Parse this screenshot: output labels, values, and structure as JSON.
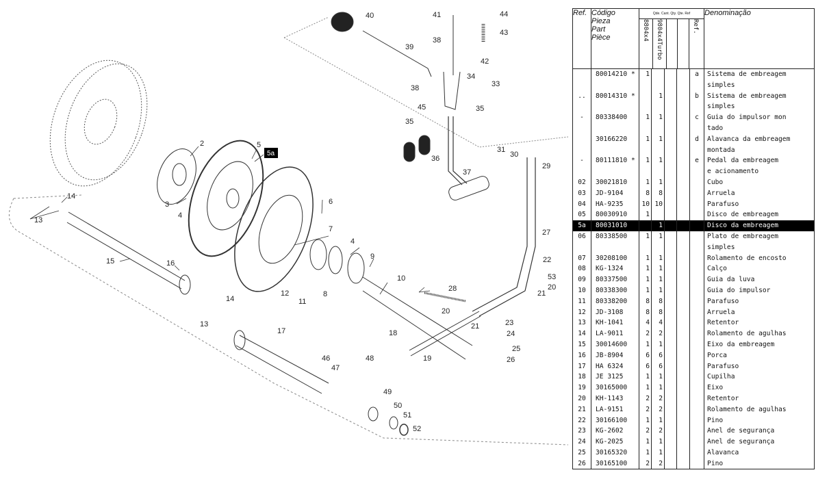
{
  "document": {
    "diagram": {
      "title": "Clutch system exploded view",
      "highlight_label": "5a",
      "callouts": [
        "2",
        "3",
        "4",
        "5",
        "6",
        "7",
        "4",
        "8",
        "9",
        "10",
        "11",
        "12",
        "13",
        "14",
        "15",
        "16",
        "13",
        "14",
        "17",
        "18",
        "19",
        "20",
        "21",
        "20",
        "21",
        "22",
        "23",
        "24",
        "25",
        "26",
        "27",
        "28",
        "29",
        "30",
        "31",
        "33",
        "34",
        "35",
        "35",
        "36",
        "37",
        "38",
        "38",
        "39",
        "40",
        "41",
        "42",
        "43",
        "44",
        "45",
        "46",
        "47",
        "48",
        "49",
        "50",
        "51",
        "52",
        "53"
      ]
    },
    "table": {
      "header": {
        "ref": "Ref.",
        "code_lines": [
          "Código",
          "Pieza",
          "Part",
          "Pièce"
        ],
        "qty_group": "Qde. Cant. Qty. Qte. Ref",
        "model_1": "8804x4",
        "model_2": "9804x4Turbo",
        "ref_letter": "Ref.",
        "denomination": "Denominação"
      },
      "rows": [
        {
          "ref": "",
          "code": "80014210 *",
          "q1": "1",
          "q2": "",
          "letter": "a",
          "desc": [
            "Sistema de embreagem",
            "simples"
          ]
        },
        {
          "ref": "..",
          "code": "80014310 *",
          "q1": "",
          "q2": "1",
          "letter": "b",
          "desc": [
            "Sistema de embreagem",
            "simples"
          ]
        },
        {
          "ref": "-",
          "code": "80338400",
          "q1": "1",
          "q2": "1",
          "letter": "c",
          "desc": [
            "Guia do impulsor mon",
            "tado"
          ]
        },
        {
          "ref": "",
          "code": "30166220",
          "q1": "1",
          "q2": "1",
          "letter": "d",
          "desc": [
            "Alavanca da embreagem",
            "montada"
          ]
        },
        {
          "ref": "-",
          "code": "80111810 *",
          "q1": "1",
          "q2": "1",
          "letter": "e",
          "desc": [
            "Pedal da embreagem",
            "e acionamento"
          ]
        },
        {
          "ref": "02",
          "code": "30021810",
          "q1": "1",
          "q2": "1",
          "letter": "",
          "desc": [
            "Cubo"
          ]
        },
        {
          "ref": "03",
          "code": "JD-9104",
          "q1": "8",
          "q2": "8",
          "letter": "",
          "desc": [
            "Arruela"
          ]
        },
        {
          "ref": "04",
          "code": "HA-9235",
          "q1": "10",
          "q2": "10",
          "letter": "",
          "desc": [
            "Parafuso"
          ]
        },
        {
          "ref": "05",
          "code": "80030910",
          "q1": "1",
          "q2": "",
          "letter": "",
          "desc": [
            "Disco de embreagem"
          ]
        },
        {
          "ref": "5a",
          "code": "80031010",
          "q1": "",
          "q2": "1",
          "letter": "",
          "desc": [
            "Disco da embreagem"
          ],
          "selected": true
        },
        {
          "ref": "06",
          "code": "80338500",
          "q1": "1",
          "q2": "1",
          "letter": "",
          "desc": [
            "Plato de embreagem",
            "simples"
          ]
        },
        {
          "ref": "07",
          "code": "30208100",
          "q1": "1",
          "q2": "1",
          "letter": "",
          "desc": [
            "Rolamento de encosto"
          ]
        },
        {
          "ref": "08",
          "code": "KG-1324",
          "q1": "1",
          "q2": "1",
          "letter": "",
          "desc": [
            "Calço"
          ]
        },
        {
          "ref": "09",
          "code": "80337500",
          "q1": "1",
          "q2": "1",
          "letter": "",
          "desc": [
            "Guia da luva"
          ]
        },
        {
          "ref": "10",
          "code": "80338300",
          "q1": "1",
          "q2": "1",
          "letter": "",
          "desc": [
            "Guia do impulsor"
          ]
        },
        {
          "ref": "11",
          "code": "80338200",
          "q1": "8",
          "q2": "8",
          "letter": "",
          "desc": [
            "Parafuso"
          ]
        },
        {
          "ref": "12",
          "code": "JD-3108",
          "q1": "8",
          "q2": "8",
          "letter": "",
          "desc": [
            "Arruela"
          ]
        },
        {
          "ref": "13",
          "code": "KH-1041",
          "q1": "4",
          "q2": "4",
          "letter": "",
          "desc": [
            "Retentor"
          ]
        },
        {
          "ref": "14",
          "code": "LA-9011",
          "q1": "2",
          "q2": "2",
          "letter": "",
          "desc": [
            "Rolamento de agulhas"
          ]
        },
        {
          "ref": "15",
          "code": "30014600",
          "q1": "1",
          "q2": "1",
          "letter": "",
          "desc": [
            "Eixo da embreagem"
          ]
        },
        {
          "ref": "16",
          "code": "JB-8904",
          "q1": "6",
          "q2": "6",
          "letter": "",
          "desc": [
            "Porca"
          ]
        },
        {
          "ref": "17",
          "code": "HA 6324",
          "q1": "6",
          "q2": "6",
          "letter": "",
          "desc": [
            "Parafuso"
          ]
        },
        {
          "ref": "18",
          "code": "JE 3125",
          "q1": "1",
          "q2": "1",
          "letter": "",
          "desc": [
            "Cupilha"
          ]
        },
        {
          "ref": "19",
          "code": "30165000",
          "q1": "1",
          "q2": "1",
          "letter": "",
          "desc": [
            "Eixo"
          ]
        },
        {
          "ref": "20",
          "code": "KH-1143",
          "q1": "2",
          "q2": "2",
          "letter": "",
          "desc": [
            "Retentor"
          ]
        },
        {
          "ref": "21",
          "code": "LA-9151",
          "q1": "2",
          "q2": "2",
          "letter": "",
          "desc": [
            "Rolamento de agulhas"
          ]
        },
        {
          "ref": "22",
          "code": "30166100",
          "q1": "1",
          "q2": "1",
          "letter": "",
          "desc": [
            "Pino"
          ]
        },
        {
          "ref": "23",
          "code": "KG-2602",
          "q1": "2",
          "q2": "2",
          "letter": "",
          "desc": [
            "Anel de segurança"
          ]
        },
        {
          "ref": "24",
          "code": "KG-2025",
          "q1": "1",
          "q2": "1",
          "letter": "",
          "desc": [
            "Anel de segurança"
          ]
        },
        {
          "ref": "25",
          "code": "30165320",
          "q1": "1",
          "q2": "1",
          "letter": "",
          "desc": [
            "Alavanca"
          ]
        },
        {
          "ref": "26",
          "code": "30165100",
          "q1": "2",
          "q2": "2",
          "letter": "",
          "desc": [
            "Pino"
          ]
        }
      ]
    }
  }
}
